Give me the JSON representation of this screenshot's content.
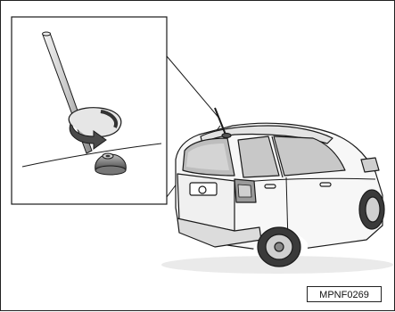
{
  "figure": {
    "code": "MPNF0269",
    "inset_subject": "antenna-mast-removal",
    "main_subject": "car-rear-three-quarter"
  },
  "colors": {
    "line": "#1a1a1a",
    "shade": "#7a7a7a",
    "light": "#d9d9d9",
    "paper": "#ffffff"
  }
}
